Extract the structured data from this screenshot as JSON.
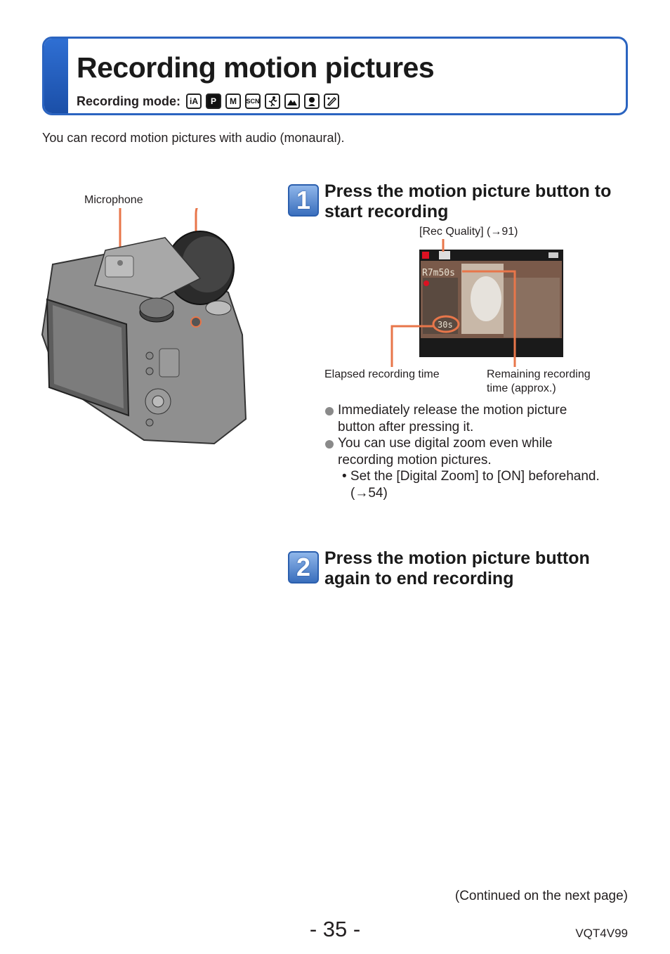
{
  "header": {
    "title": "Recording motion pictures",
    "recording_mode_label": "Recording mode:",
    "mode_icons": [
      "iA",
      "P",
      "M",
      "SCN",
      "sports",
      "scenery",
      "portrait",
      "creative"
    ]
  },
  "intro": "You can record motion pictures with audio (monaural).",
  "camera": {
    "microphone_label": "Microphone"
  },
  "step1": {
    "number": "1",
    "title_line1": "Press the motion picture button to",
    "title_line2": "start recording",
    "rec_quality_label": "[Rec Quality] (→91)",
    "screen": {
      "remaining": "R7m50s",
      "elapsed": "30s"
    },
    "elapsed_label": "Elapsed recording time",
    "remaining_label_line1": "Remaining recording",
    "remaining_label_line2": "time (approx.)",
    "bullet1_line1": "Immediately release the motion picture",
    "bullet1_line2": "button after pressing it.",
    "bullet2_line1": "You can use digital zoom even while",
    "bullet2_line2": "recording motion pictures.",
    "sub_line1": "• Set the [Digital Zoom] to [ON] beforehand.",
    "sub_line2": "(→54)"
  },
  "step2": {
    "number": "2",
    "title_line1": "Press the motion picture button",
    "title_line2": "again to end recording"
  },
  "footer": {
    "continued": "(Continued on the next page)",
    "page_number": "- 35 -",
    "doc_code": "VQT4V99"
  },
  "colors": {
    "accent_blue": "#2b64c0",
    "callout_orange": "#e8764a"
  }
}
